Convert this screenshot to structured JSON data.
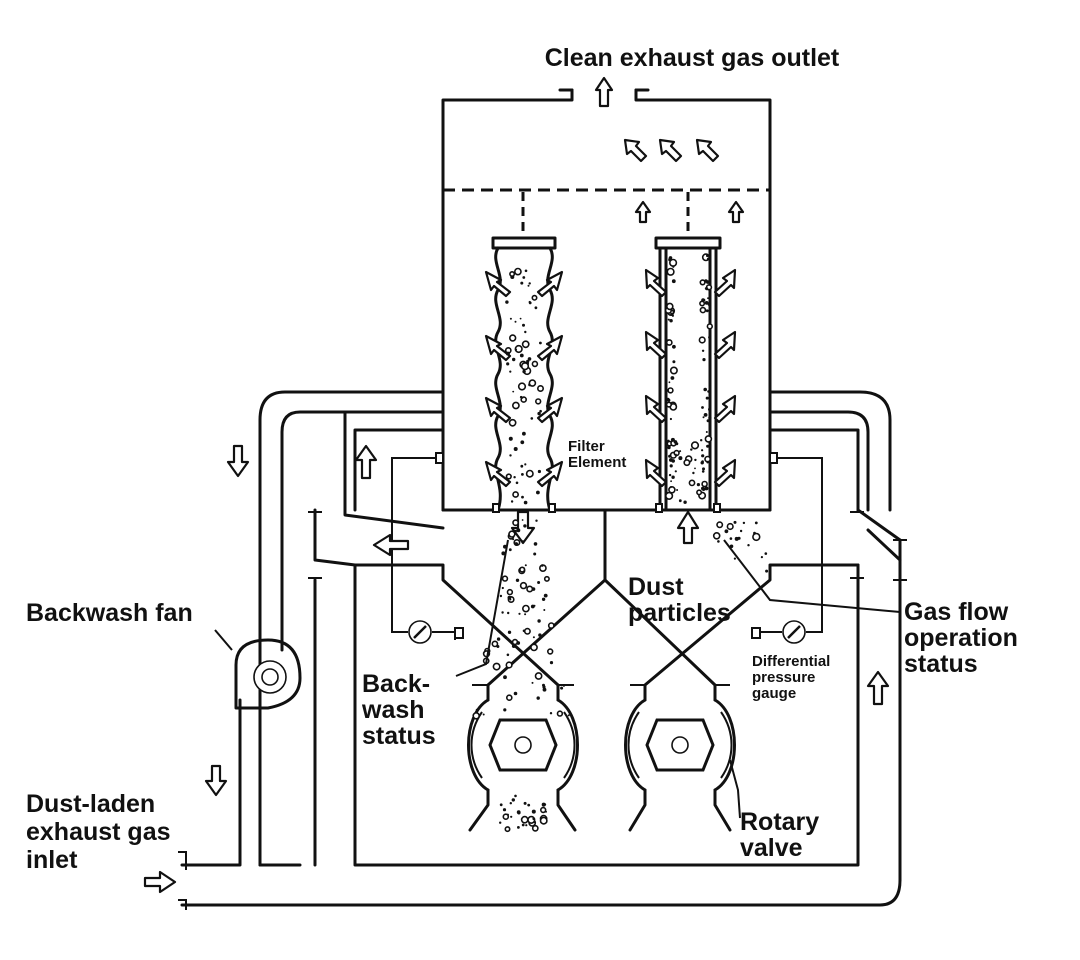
{
  "labels": {
    "outlet": "Clean exhaust gas outlet",
    "backwash_fan": "Backwash fan",
    "inlet": [
      "Dust-laden",
      "exhaust gas",
      "inlet"
    ],
    "filter_element": [
      "Filter",
      "Element"
    ],
    "dust_particles": [
      "Dust",
      "particles"
    ],
    "gas_flow": [
      "Gas flow",
      "operation",
      "status"
    ],
    "backwash_status": [
      "Back-",
      "wash",
      "status"
    ],
    "differential_gauge": [
      "Differential",
      "pressure",
      "gauge"
    ],
    "rotary_valve": [
      "Rotary",
      "valve"
    ]
  },
  "colors": {
    "stroke": "#111111",
    "background": "#ffffff"
  }
}
